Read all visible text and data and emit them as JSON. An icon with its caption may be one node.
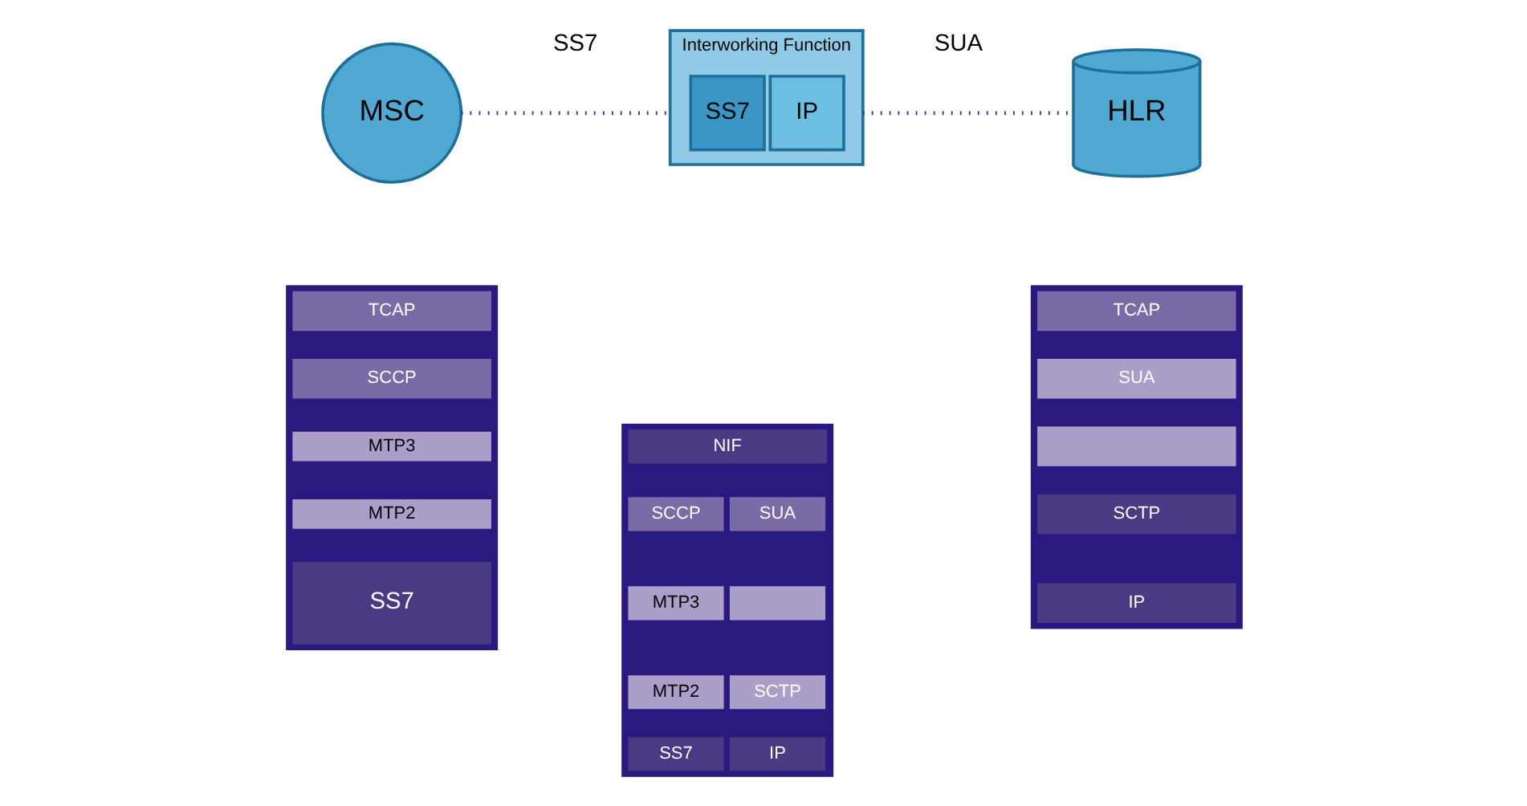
{
  "diagram": {
    "nodes": [
      {
        "text": [
          "MSC"
        ]
      },
      {
        "text": [
          "Interworking Function"
        ]
      },
      {
        "text": [
          "SS7"
        ],
        "in": 1
      },
      {
        "text": [
          "IP"
        ],
        "in": 1
      },
      {
        "text": [
          "HLR"
        ]
      },
      {
        "text": [],
        "shape": "box"
      },
      {
        "text": [
          "TCAP"
        ],
        "in": 5
      },
      {
        "text": [
          "SCCP"
        ],
        "in": 5
      },
      {
        "text": [
          "MTP3"
        ],
        "in": 5
      },
      {
        "text": [
          "MTP2"
        ],
        "in": 5
      },
      {
        "text": [
          "SS7"
        ],
        "in": 5
      },
      {
        "text": [],
        "shape": "box"
      },
      {
        "text": [
          "NIF"
        ],
        "in": 11
      },
      {
        "text": [
          "SCCP"
        ],
        "in": 11
      },
      {
        "text": [
          "SUA"
        ],
        "in": 11
      },
      {
        "text": [
          "MTP3"
        ],
        "in": 11
      },
      {
        "text": [],
        "shape": "box",
        "in": 11
      },
      {
        "text": [
          "MTP2"
        ],
        "in": 11
      },
      {
        "text": [
          "SCTP"
        ],
        "in": 11
      },
      {
        "text": [
          "SS7"
        ],
        "in": 11
      },
      {
        "text": [
          "IP"
        ],
        "in": 11
      },
      {
        "text": [],
        "shape": "box"
      },
      {
        "text": [
          "TCAP"
        ],
        "in": 21
      },
      {
        "text": [
          "SUA"
        ],
        "in": 21
      },
      {
        "text": [],
        "shape": "box",
        "in": 21
      },
      {
        "text": [
          "SCTP"
        ],
        "in": 21
      },
      {
        "text": [
          "IP"
        ],
        "in": 21
      }
    ],
    "edges": [
      {
        "from": 0,
        "to": 1,
        "arrow": "none",
        "label": "SS7",
        "style": "dashed"
      },
      {
        "from": 1,
        "to": 4,
        "arrow": "none",
        "label": "SUA",
        "style": "dashed"
      }
    ]
  }
}
